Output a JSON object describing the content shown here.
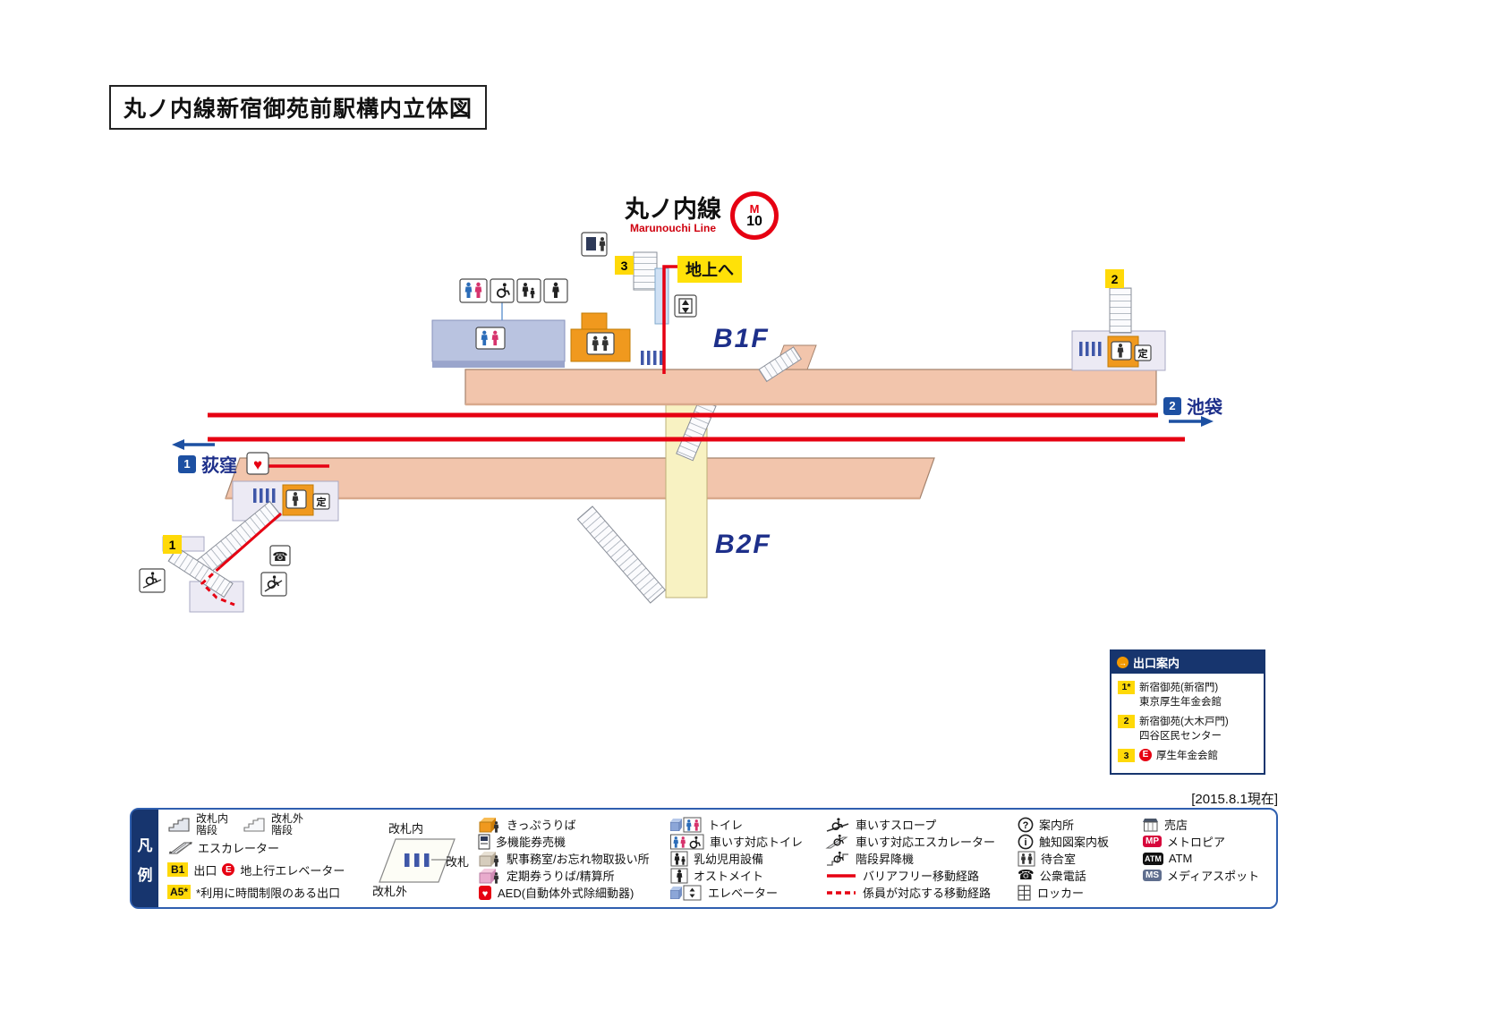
{
  "page": {
    "title": "丸ノ内線新宿御苑前駅構内立体図",
    "date_note": "[2015.8.1現在]"
  },
  "line_badge": {
    "name_jp": "丸ノ内線",
    "name_en": "Marunouchi Line",
    "letter": "M",
    "number": "10"
  },
  "map": {
    "floor_b1f": "B1F",
    "floor_b2f": "B2F",
    "to_ground": "地上へ",
    "exit_1": "1",
    "exit_2": "2",
    "exit_3": "3",
    "dir_left_num": "1",
    "dir_left_name": "荻窪",
    "dir_right_num": "2",
    "dir_right_name": "池袋",
    "pass_box_b1": "定",
    "pass_box_b2": "定"
  },
  "exit_guide": {
    "header": "出口案内",
    "item1_badge": "1*",
    "item1_line1": "新宿御苑(新宿門)",
    "item1_line2": "東京厚生年金会館",
    "item2_badge": "2",
    "item2_line1": "新宿御苑(大木戸門)",
    "item2_line2": "四谷区民センター",
    "item3_badge": "3",
    "item3_elev": "E",
    "item3_line1": "厚生年金会館"
  },
  "legend": {
    "tab_line1": "凡",
    "tab_line2": "例",
    "stairs_inside_l1": "改札内",
    "stairs_inside_l2": "階段",
    "stairs_outside_l1": "改札外",
    "stairs_outside_l2": "階段",
    "escalator": "エスカレーター",
    "exit_badge": "B1",
    "exit_label": "出口",
    "ground_elev_badge": "E",
    "ground_elev_label": "地上行エレベーター",
    "limited_badge": "A5*",
    "limited_label": "*利用に時間制限のある出口",
    "gate_inside": "改札内",
    "gate_label": "改札",
    "gate_outside": "改札外",
    "ticket_office": "きっぷうりば",
    "multi_machine": "多機能券売機",
    "station_office": "駅事務室/お忘れ物取扱い所",
    "pass_office": "定期券うりば/精算所",
    "aed": "AED(自動体外式除細動器)",
    "toilet": "トイレ",
    "wheelchair_toilet": "車いす対応トイレ",
    "nursery": "乳幼児用設備",
    "ostomate": "オストメイト",
    "elevator": "エレベーター",
    "wheelchair_slope": "車いすスロープ",
    "wheelchair_escalator": "車いす対応エスカレーター",
    "stair_lift": "階段昇降機",
    "barrier_free_route": "バリアフリー移動経路",
    "staff_route": "係員が対応する移動経路",
    "info": "案内所",
    "tactile_map": "触知図案内板",
    "waiting_room": "待合室",
    "public_phone": "公衆電話",
    "locker": "ロッカー",
    "shop": "売店",
    "metropia": "メトロピア",
    "atm": "ATM",
    "media_spot": "メディアスポット",
    "mp_badge": "MP",
    "atm_badge": "ATM",
    "ms_badge": "MS"
  },
  "icons": {
    "arrow_right": "→",
    "heart": "♥",
    "phone": "☎",
    "question": "?",
    "info": "i"
  },
  "colors": {
    "line_red": "#e60012",
    "platform_salmon": "#f2c5ac",
    "corridor_yellow": "#f8f2c2",
    "navy": "#17356e",
    "exit_yellow": "#ffd908",
    "direction_blue": "#1d50a2",
    "orange": "#f0991e"
  }
}
